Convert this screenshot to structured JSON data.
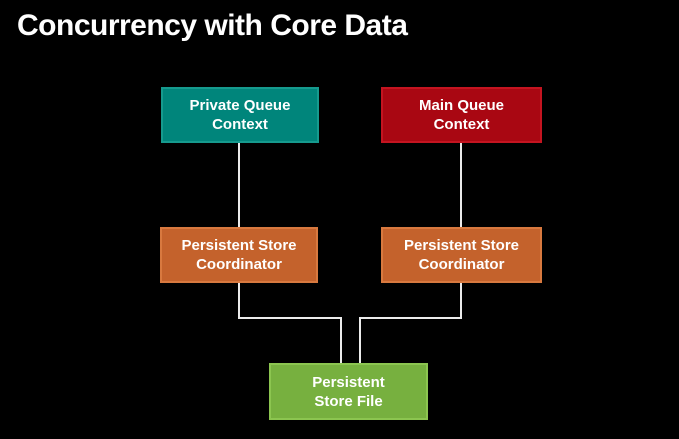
{
  "slide": {
    "title": "Concurrency with Core Data",
    "background_color": "#000000",
    "title_color": "#ffffff"
  },
  "diagram": {
    "connector_color": "#ebebeb",
    "nodes": [
      {
        "id": "private-queue-context",
        "line1": "Private Queue",
        "line2": "Context",
        "fill": "#00857b",
        "border": "#169a8e",
        "text_color": "#ffffff"
      },
      {
        "id": "main-queue-context",
        "line1": "Main Queue",
        "line2": "Context",
        "fill": "#a90712",
        "border": "#c41420",
        "text_color": "#ffffff"
      },
      {
        "id": "persistent-store-coordinator-left",
        "line1": "Persistent Store",
        "line2": "Coordinator",
        "fill": "#c4622c",
        "border": "#d8793f",
        "text_color": "#ffffff"
      },
      {
        "id": "persistent-store-coordinator-right",
        "line1": "Persistent Store",
        "line2": "Coordinator",
        "fill": "#c4622c",
        "border": "#d8793f",
        "text_color": "#ffffff"
      },
      {
        "id": "persistent-store-file",
        "line1": "Persistent",
        "line2": "Store File",
        "fill": "#77b03f",
        "border": "#8cc550",
        "text_color": "#ffffff"
      }
    ],
    "edges": [
      {
        "from": "private-queue-context",
        "to": "persistent-store-coordinator-left"
      },
      {
        "from": "main-queue-context",
        "to": "persistent-store-coordinator-right"
      },
      {
        "from": "persistent-store-coordinator-left",
        "to": "persistent-store-file"
      },
      {
        "from": "persistent-store-coordinator-right",
        "to": "persistent-store-file"
      }
    ]
  }
}
